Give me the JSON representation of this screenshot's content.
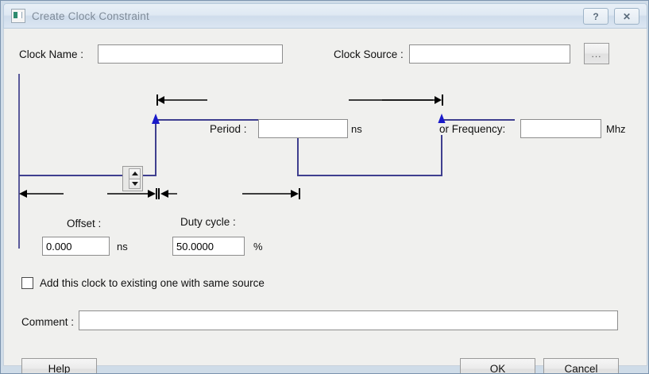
{
  "window": {
    "title": "Create Clock Constraint",
    "icon": "app-icon",
    "help_glyph": "?",
    "close_glyph": "✕"
  },
  "form": {
    "clock_name_label": "Clock Name :",
    "clock_name_value": "",
    "clock_name_placeholder": "",
    "clock_source_label": "Clock Source :",
    "clock_source_value": "",
    "clock_source_placeholder": "",
    "browse_label": "...",
    "period_label": "Period :",
    "period_value": "",
    "period_unit": "ns",
    "frequency_label": "or Frequency:",
    "frequency_value": "",
    "frequency_unit": "Mhz",
    "offset_label": "Offset :",
    "offset_value": "0.000",
    "offset_unit": "ns",
    "duty_label": "Duty cycle :",
    "duty_value": "50.0000",
    "duty_unit": "%",
    "add_clock_checkbox_label": "Add this clock to existing one with same source",
    "add_clock_checked": false,
    "comment_label": "Comment :",
    "comment_value": "",
    "comment_placeholder": ""
  },
  "spinner": {
    "up_glyph": "▲",
    "down_glyph": "▼"
  },
  "buttons": {
    "help": "Help",
    "ok": "OK",
    "cancel": "Cancel"
  },
  "colors": {
    "waveform_line": "#3f3f8f",
    "waveform_arrow": "#1a1aca",
    "dimension_line": "#000000",
    "dialog_bg": "#f0f0ee",
    "titlebar_text": "#7f8c99"
  }
}
